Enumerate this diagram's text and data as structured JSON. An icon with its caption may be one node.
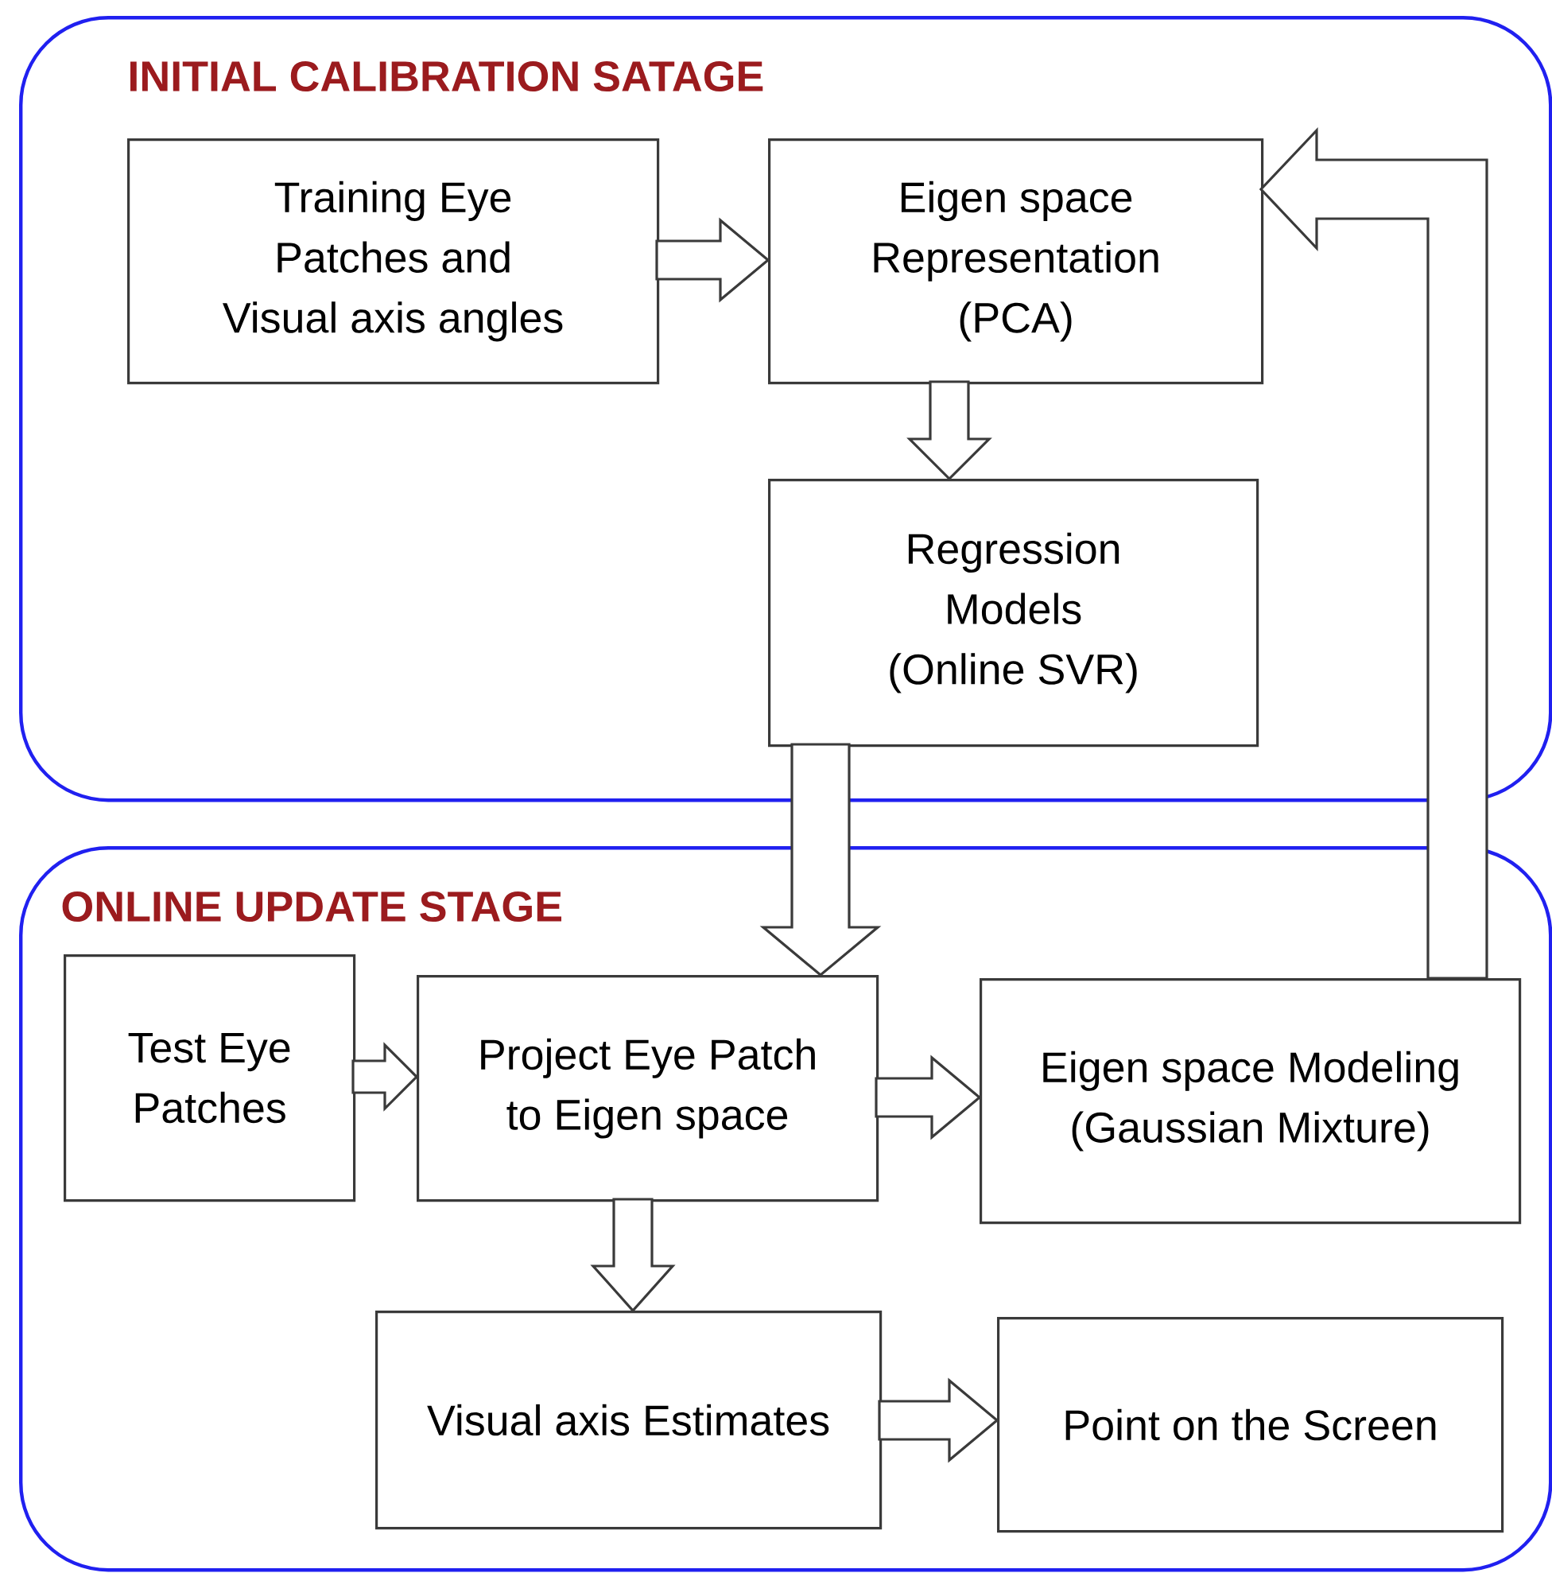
{
  "diagram": {
    "nodes": [
      {
        "text": [
          "INITIAL CALIBRATION SATAGE"
        ]
      },
      {
        "text": [
          "Training Eye Patches and Visual axis angles"
        ],
        "in": 0
      },
      {
        "text": [
          "Eigen space Representation (PCA)"
        ],
        "in": 0
      },
      {
        "text": [
          "Regression Models (Online SVR)"
        ],
        "in": 0
      },
      {
        "text": [
          "ONLINE UPDATE STAGE"
        ]
      },
      {
        "text": [
          "Test Eye Patches"
        ],
        "in": 4
      },
      {
        "text": [
          "Project Eye Patch to Eigen space"
        ],
        "in": 4
      },
      {
        "text": [
          "Eigen space Modeling (Gaussian Mixture)"
        ],
        "in": 4
      },
      {
        "text": [
          "Visual axis Estimates"
        ],
        "in": 4
      },
      {
        "text": [
          "Point on the Screen"
        ],
        "in": 4
      }
    ],
    "edges": [
      {
        "from": 1,
        "to": 2,
        "arrow": "to"
      },
      {
        "from": 2,
        "to": 3,
        "arrow": "to"
      },
      {
        "from": 3,
        "to": 6,
        "arrow": "to"
      },
      {
        "from": 5,
        "to": 6,
        "arrow": "to"
      },
      {
        "from": 6,
        "to": 7,
        "arrow": "to"
      },
      {
        "from": 6,
        "to": 8,
        "arrow": "to"
      },
      {
        "from": 8,
        "to": 9,
        "arrow": "to"
      },
      {
        "from": 7,
        "to": 2,
        "arrow": "to"
      }
    ]
  }
}
